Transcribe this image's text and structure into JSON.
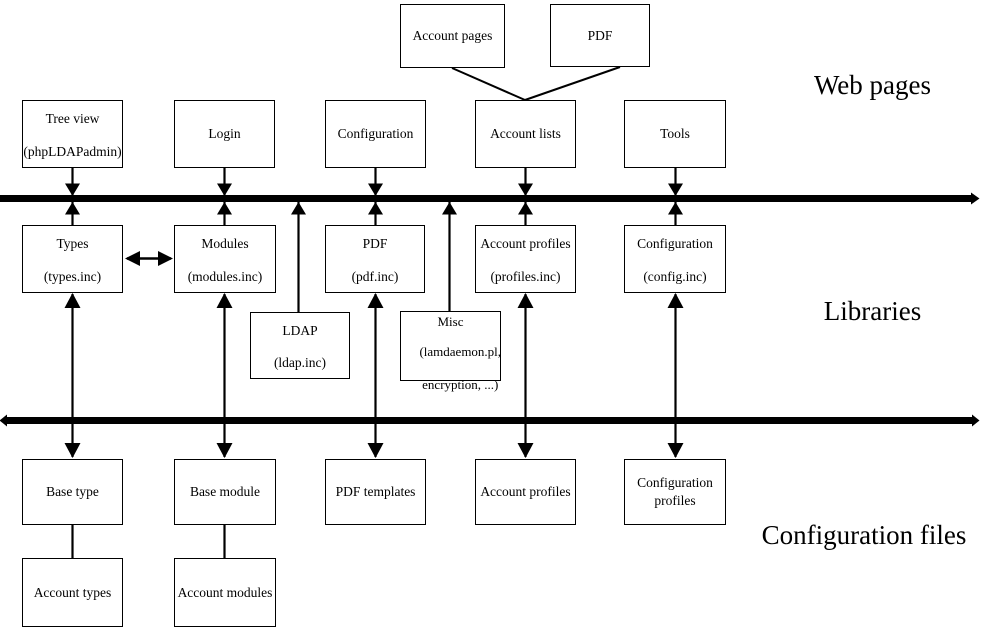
{
  "diagram": {
    "title_semantic": "LAM architecture diagram",
    "colors": {
      "line": "#000000",
      "background": "#ffffff",
      "box_fill": "#ffffff",
      "text": "#000000"
    },
    "section_labels": {
      "web_pages": "Web pages",
      "libraries": "Libraries",
      "configuration_files": "Configuration files"
    },
    "boxes": {
      "account_pages": {
        "label": "Account pages"
      },
      "pdf_page": {
        "label": "PDF"
      },
      "tree_view": {
        "line1": "Tree view",
        "line2": "(phpLDAPadmin)"
      },
      "login": {
        "label": "Login"
      },
      "configuration_page": {
        "label": "Configuration"
      },
      "account_lists": {
        "label": "Account lists"
      },
      "tools": {
        "label": "Tools"
      },
      "types": {
        "line1": "Types",
        "line2": "(types.inc)"
      },
      "modules": {
        "line1": "Modules",
        "line2": "(modules.inc)"
      },
      "pdf_lib": {
        "line1": "PDF",
        "line2": "(pdf.inc)"
      },
      "account_profiles_lib": {
        "line1": "Account profiles",
        "line2": "(profiles.inc)"
      },
      "configuration_lib": {
        "line1": "Configuration",
        "line2": "(config.inc)"
      },
      "ldap": {
        "line1": "LDAP",
        "line2": "(ldap.inc)"
      },
      "misc": {
        "line1": "Misc",
        "line2": "(lamdaemon.pl,",
        "line3": "encryption, ...)"
      },
      "base_type": {
        "label": "Base type"
      },
      "base_module": {
        "label": "Base module"
      },
      "pdf_templates": {
        "label": "PDF templates"
      },
      "account_profiles_file": {
        "label": "Account profiles"
      },
      "configuration_profiles": {
        "line1": "Configuration",
        "line2": "profiles"
      },
      "account_types": {
        "label": "Account types"
      },
      "account_modules": {
        "label": "Account modules"
      }
    }
  }
}
